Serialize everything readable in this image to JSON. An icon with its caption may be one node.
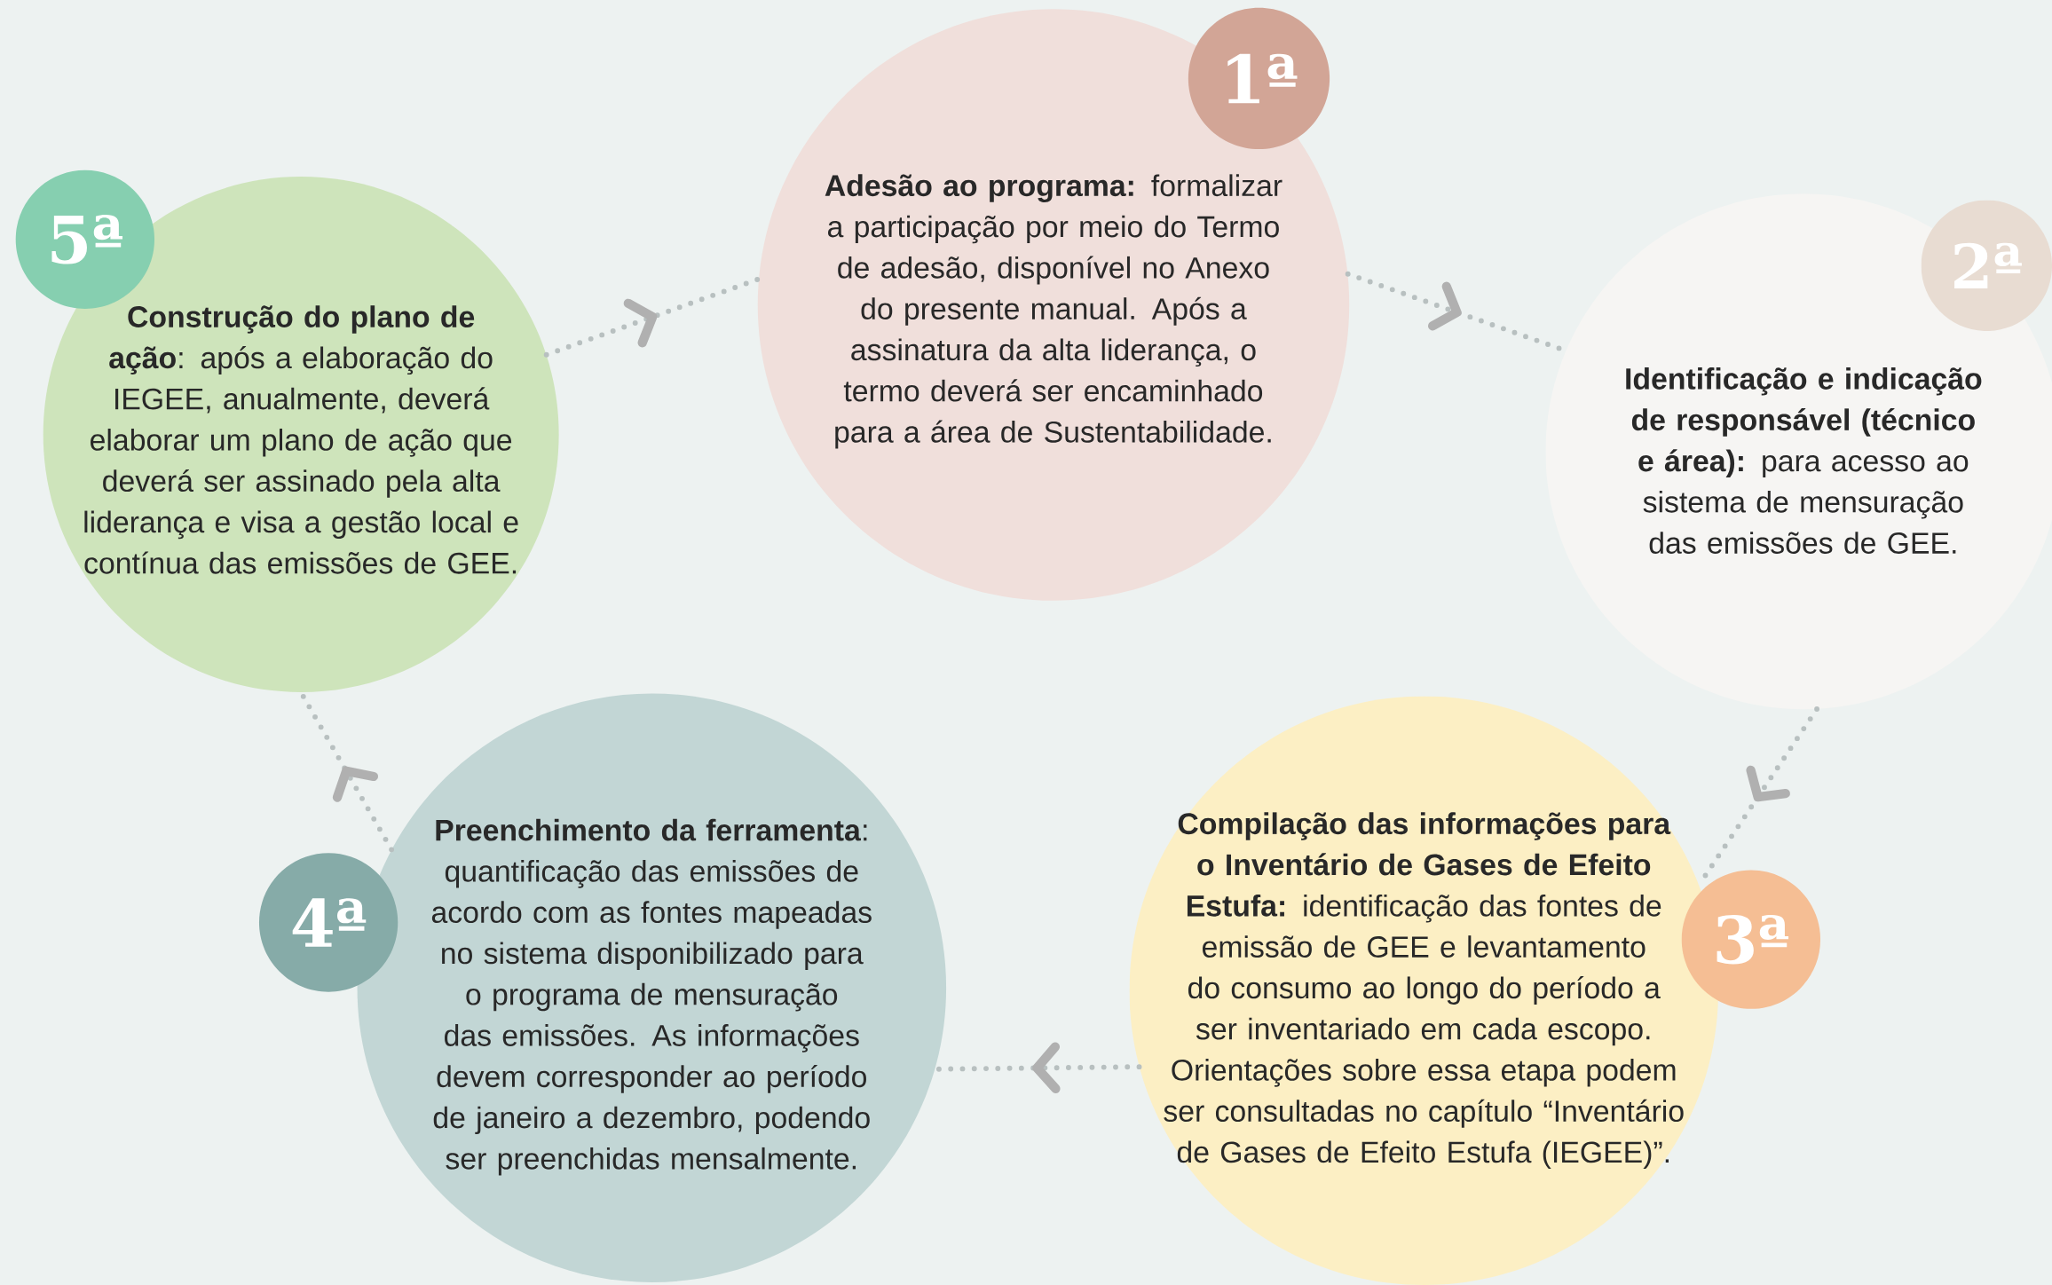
{
  "diagram": {
    "nodes": [
      {
        "text": [
          "**Adesão ao programa:** formalizar a participação por meio do Termo de adesão, disponível no Anexo do presente manual. Após a assinatura da alta liderança, o termo deverá ser encaminhado para a área de Sustentabilidade."
        ]
      },
      {
        "text": [
          "1ª"
        ]
      },
      {
        "text": [
          "**Identificação e indicação de responsável (técnico e área):** para acesso ao sistema de mensuração das emissões de GEE."
        ]
      },
      {
        "text": [
          "2ª"
        ]
      },
      {
        "text": [
          "**Compilação das informações para o Inventário de Gases de Efeito Estufa:** identificação das fontes de emissão de GEE e levantamento do consumo ao longo do período a ser inventariado em cada escopo. Orientações sobre essa etapa podem ser consultadas no capítulo “Inventário de Gases de Efeito Estufa (IEGEE)”."
        ]
      },
      {
        "text": [
          "3ª"
        ]
      },
      {
        "text": [
          "**Preenchimento da ferramenta**: quantificação das emissões de acordo com as fontes mapeadas no sistema disponibilizado para o programa de mensuração das emissões. As informações devem corresponder ao período de janeiro a dezembro, podendo ser preenchidas mensalmente."
        ]
      },
      {
        "text": [
          "4ª"
        ]
      },
      {
        "text": [
          "**Construção do plano de ação**: após a elaboração do IEGEE, anualmente, deverá elaborar um plano de ação que deverá ser assinado pela alta liderança e visa a gestão local e contínua das emissões de GEE."
        ]
      },
      {
        "text": [
          "5ª"
        ]
      }
    ],
    "edges": [
      {
        "from": 8,
        "to": 0,
        "arrow": "to"
      },
      {
        "from": 0,
        "to": 2,
        "arrow": "to"
      },
      {
        "from": 2,
        "to": 4,
        "arrow": "to"
      },
      {
        "from": 4,
        "to": 6,
        "arrow": "to"
      },
      {
        "from": 6,
        "to": 8,
        "arrow": "to"
      }
    ]
  }
}
